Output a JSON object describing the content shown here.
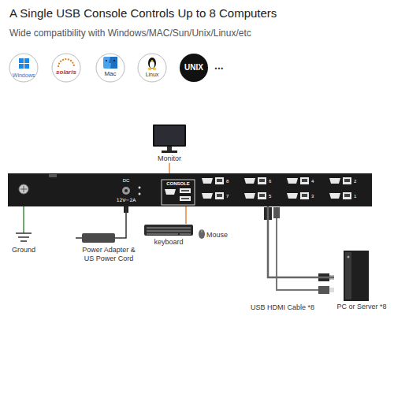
{
  "diagram": {
    "title": "A Single USB Console Controls Up to 8 Computers",
    "nodes": [
      {
        "text": [
          "Monitor"
        ]
      },
      {
        "text": [
          "CONSOLE"
        ]
      },
      {
        "text": [
          "Ground"
        ]
      },
      {
        "text": [
          "Power Adapter & US Power Cord"
        ]
      },
      {
        "text": [
          "keyboard"
        ]
      },
      {
        "text": [
          "Mouse"
        ]
      },
      {
        "text": [
          "PC or Server *8"
        ]
      }
    ],
    "edges": [
      {
        "from": 0,
        "to": 1,
        "arrow": "none"
      },
      {
        "from": 1,
        "to": 2,
        "arrow": "none"
      },
      {
        "from": 3,
        "to": 1,
        "arrow": "none"
      },
      {
        "from": 4,
        "to": 1,
        "arrow": "none"
      },
      {
        "from": 6,
        "to": 1,
        "arrow": "none"
      }
    ],
    "labels": [
      "Wide compatibility with Windows/MAC/Sun/Unix/Linux/etc",
      "Windows",
      "solaris",
      "Mac",
      "Linux",
      "UNIX",
      "...",
      "DC",
      "12V⎓2A",
      "8",
      "6",
      "4",
      "2",
      "7",
      "5",
      "3",
      "1",
      "USB HDMI Cable *8"
    ]
  }
}
